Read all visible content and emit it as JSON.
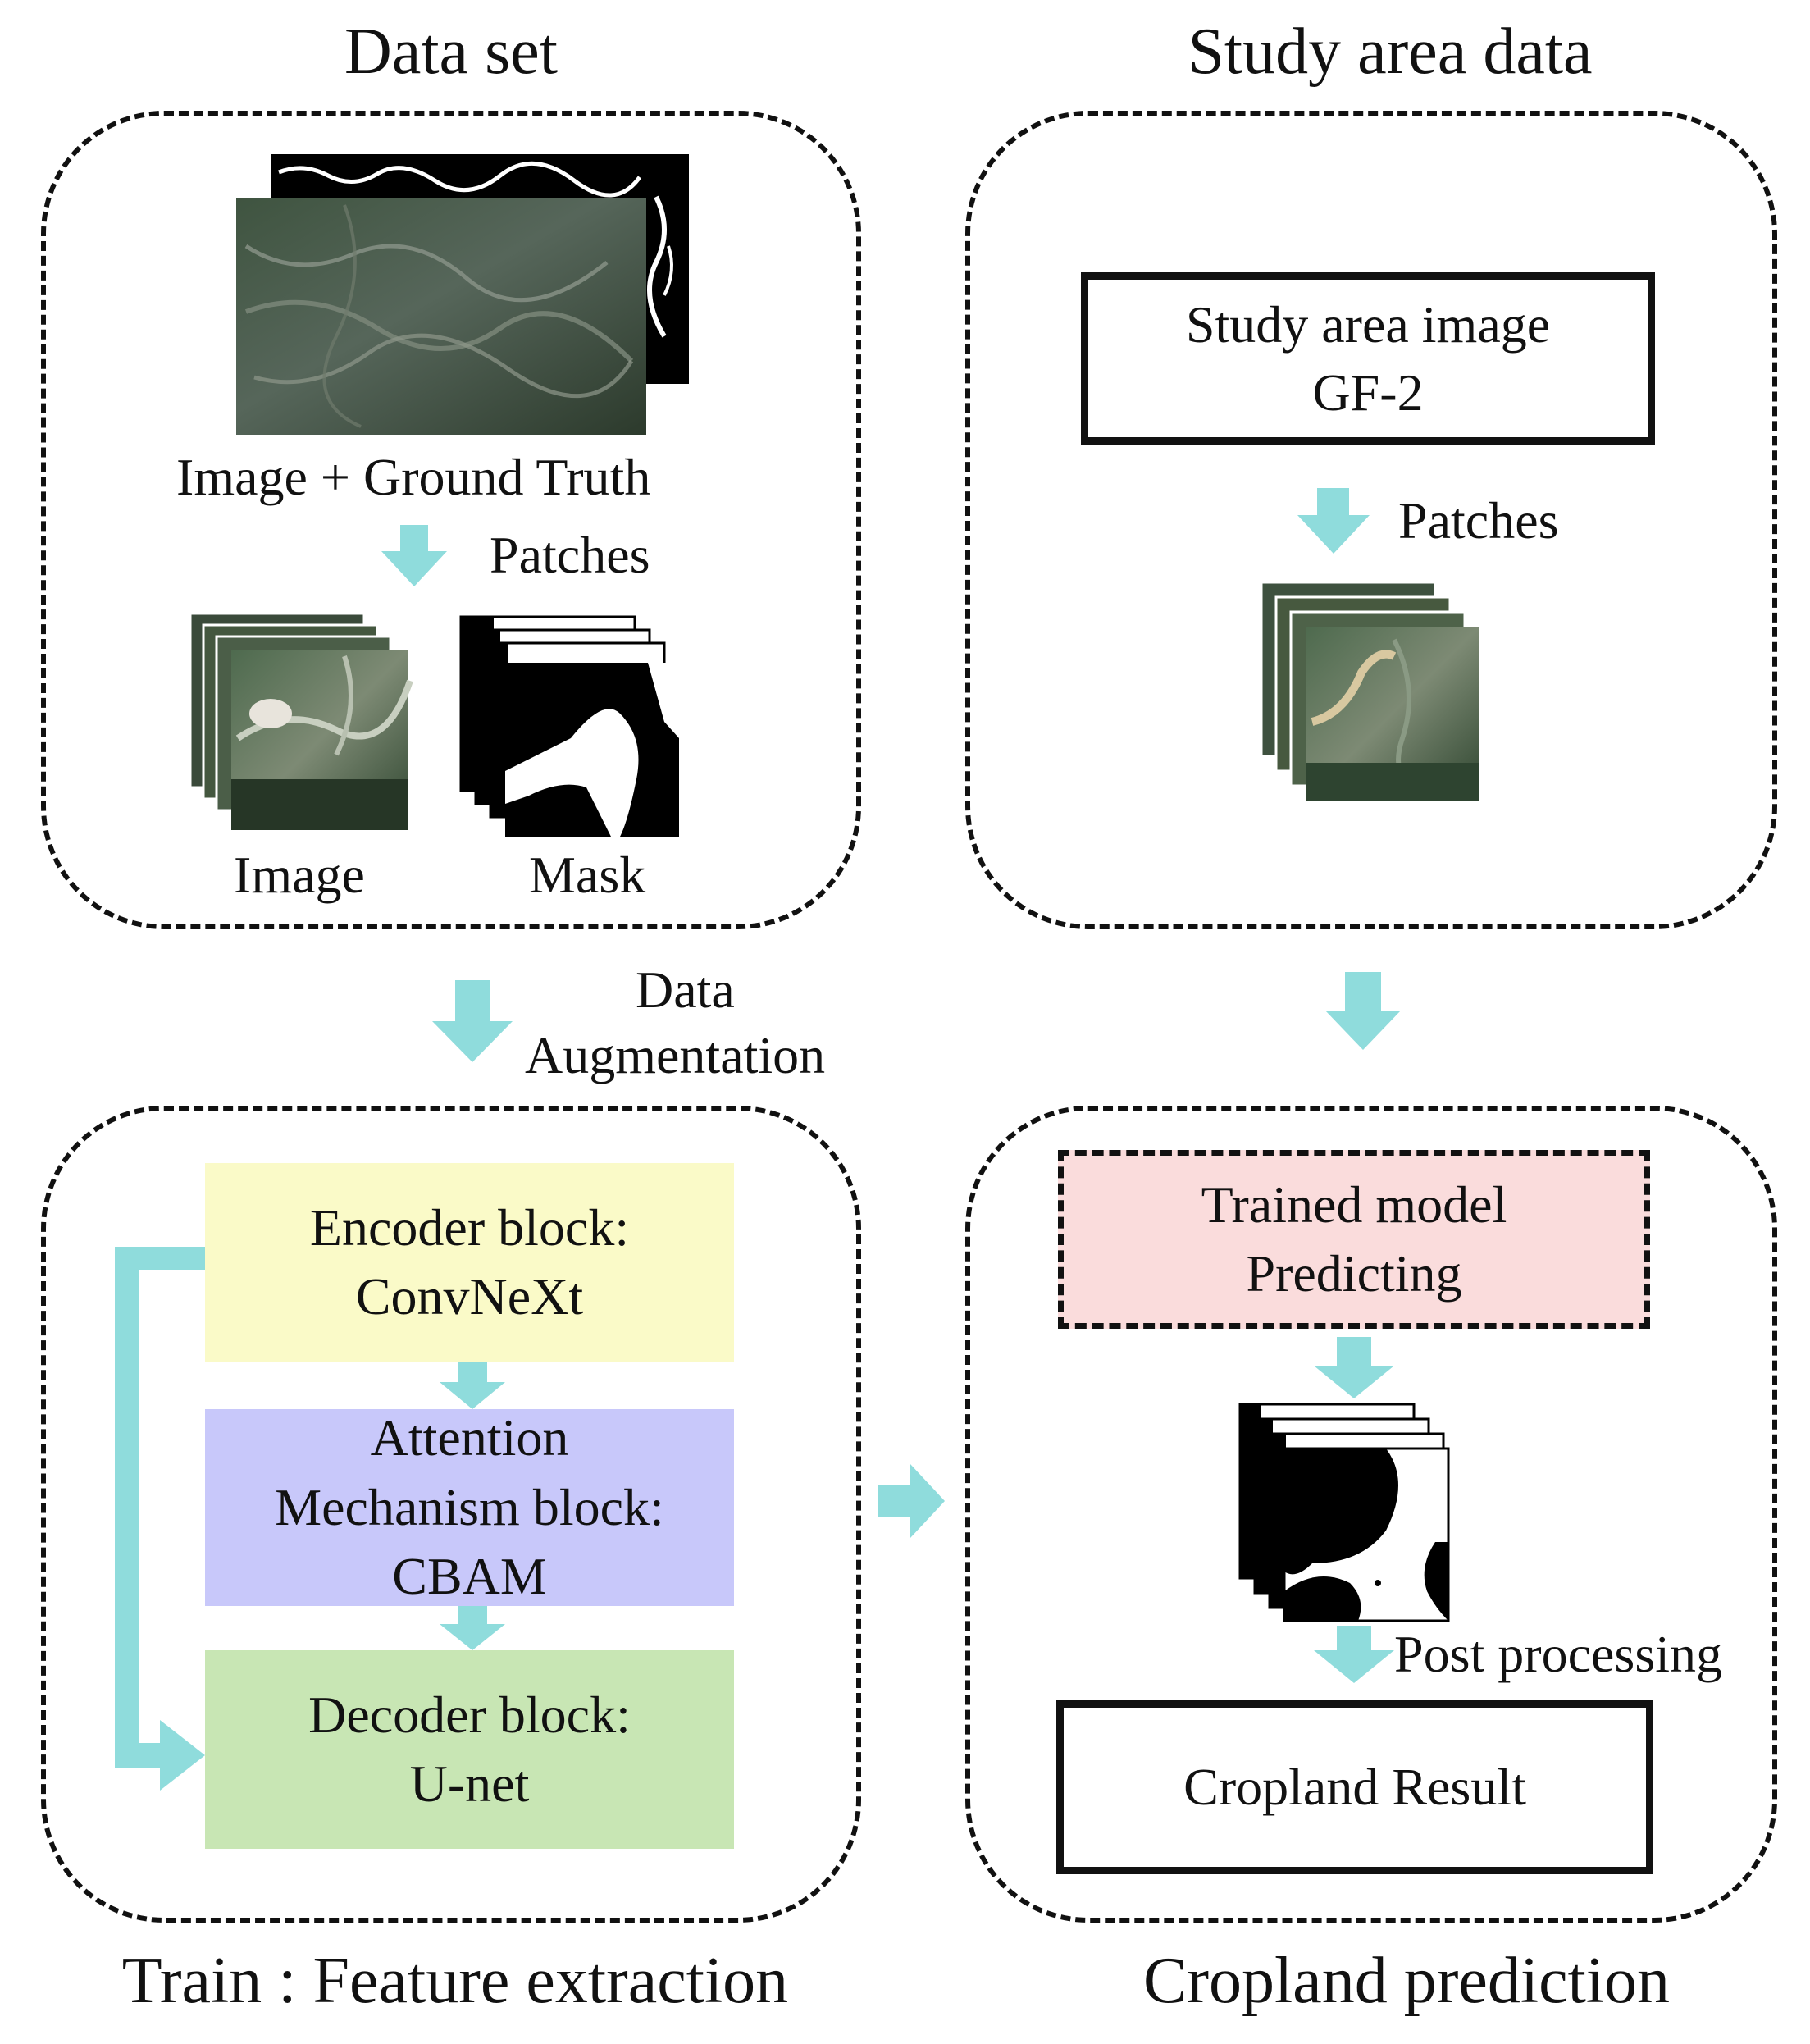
{
  "titles": {
    "dataset": "Data set",
    "study_area": "Study area data",
    "train": "Train : Feature extraction",
    "prediction": "Cropland prediction"
  },
  "dataset_panel": {
    "image_gt_label": "Image + Ground Truth",
    "patches_label": "Patches",
    "image_label": "Image",
    "mask_label": "Mask"
  },
  "augmentation": {
    "line1": "Data",
    "line2": "Augmentation"
  },
  "study_panel": {
    "box_line1": "Study area image",
    "box_line2": "GF-2",
    "patches_label": "Patches"
  },
  "train_panel": {
    "encoder_line1": "Encoder block:",
    "encoder_line2": "ConvNeXt",
    "attention_line1": "Attention",
    "attention_line2": "Mechanism block:",
    "attention_line3": "CBAM",
    "decoder_line1": "Decoder block:",
    "decoder_line2": "U-net"
  },
  "prediction_panel": {
    "model_line1": "Trained model",
    "model_line2": "Predicting",
    "post_processing": "Post processing",
    "result": "Cropland Result"
  },
  "colors": {
    "arrow": "#8fdcdc",
    "encoder_fill": "#fafac8",
    "attention_fill": "#c8c8fa",
    "decoder_fill": "#c8e6b4",
    "model_fill": "#fadcdc"
  }
}
